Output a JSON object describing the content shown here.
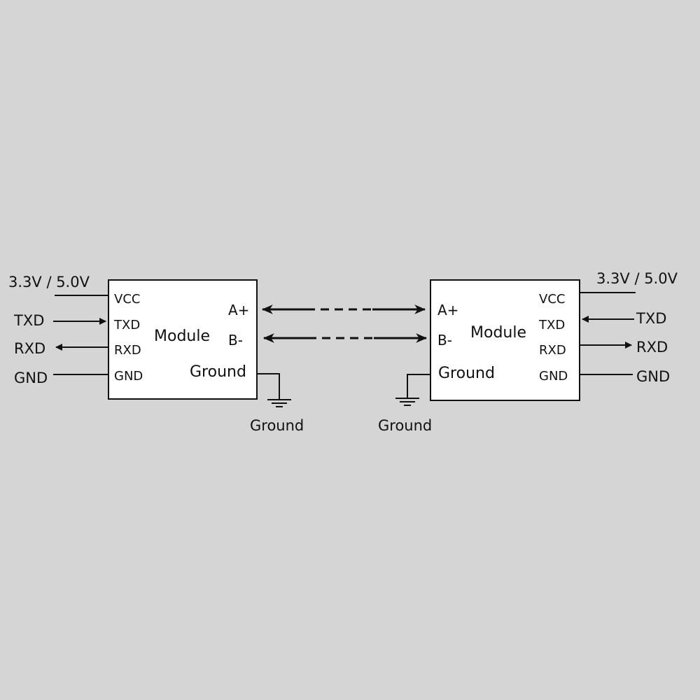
{
  "colors": {
    "background": "#d5d5d5",
    "box_fill": "#ffffff",
    "stroke": "#111111"
  },
  "left": {
    "supply_label": "3.3V / 5.0V",
    "ext": {
      "txd": "TXD",
      "rxd": "RXD",
      "gnd": "GND"
    },
    "pins": {
      "vcc": "VCC",
      "txd": "TXD",
      "rxd": "RXD",
      "gnd": "GND"
    },
    "module_label": "Module",
    "bus": {
      "a": "A+",
      "b": "B-"
    },
    "ground_pin": "Ground",
    "ground_symbol_label": "Ground"
  },
  "right": {
    "supply_label": "3.3V / 5.0V",
    "ext": {
      "txd": "TXD",
      "rxd": "RXD",
      "gnd": "GND"
    },
    "pins": {
      "vcc": "VCC",
      "txd": "TXD",
      "rxd": "RXD",
      "gnd": "GND"
    },
    "module_label": "Module",
    "bus": {
      "a": "A+",
      "b": "B-"
    },
    "ground_pin": "Ground",
    "ground_symbol_label": "Ground"
  }
}
